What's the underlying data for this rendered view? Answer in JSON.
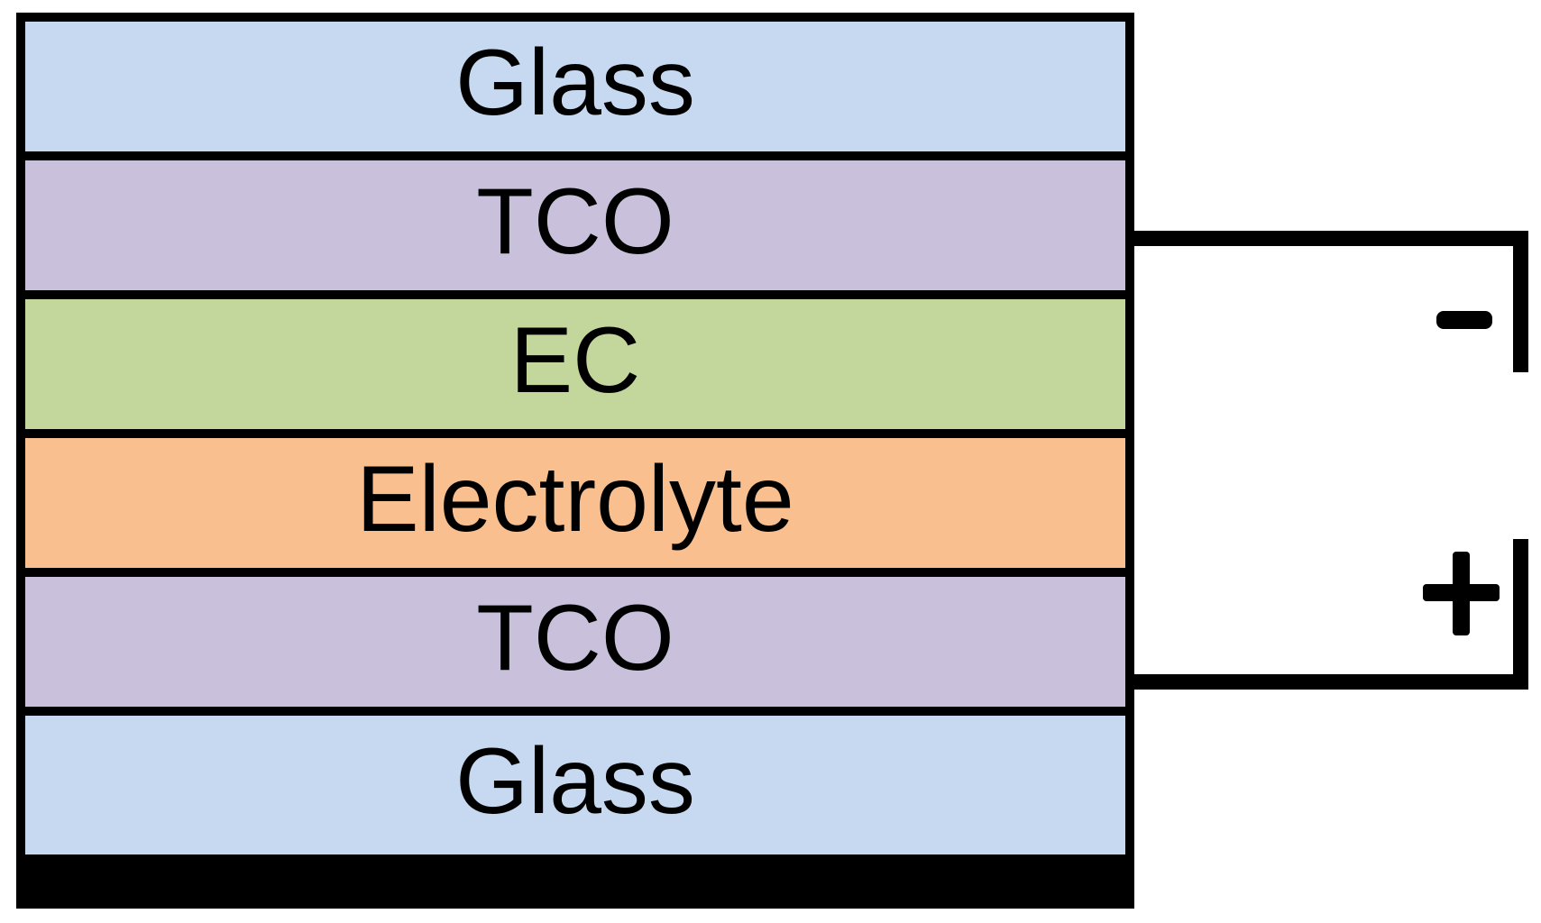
{
  "diagram": {
    "type": "layer-stack-schematic",
    "layers": [
      {
        "label": "Glass",
        "color": "#c6d9f0"
      },
      {
        "label": "TCO",
        "color": "#c9c1dc"
      },
      {
        "label": "EC",
        "color": "#c3d69b"
      },
      {
        "label": "Electrolyte",
        "color": "#fabf8f"
      },
      {
        "label": "TCO",
        "color": "#c9c1dc"
      },
      {
        "label": "Glass",
        "color": "#c6d9f0"
      }
    ],
    "terminals": {
      "negative": {
        "symbol": "−",
        "connected_layer": "TCO",
        "connected_layer_index": 1
      },
      "positive": {
        "symbol": "+",
        "connected_layer": "TCO",
        "connected_layer_index": 4
      }
    },
    "colors": {
      "outline": "#000000",
      "wire": "#000000",
      "text": "#000000",
      "background": "#ffffff"
    }
  }
}
